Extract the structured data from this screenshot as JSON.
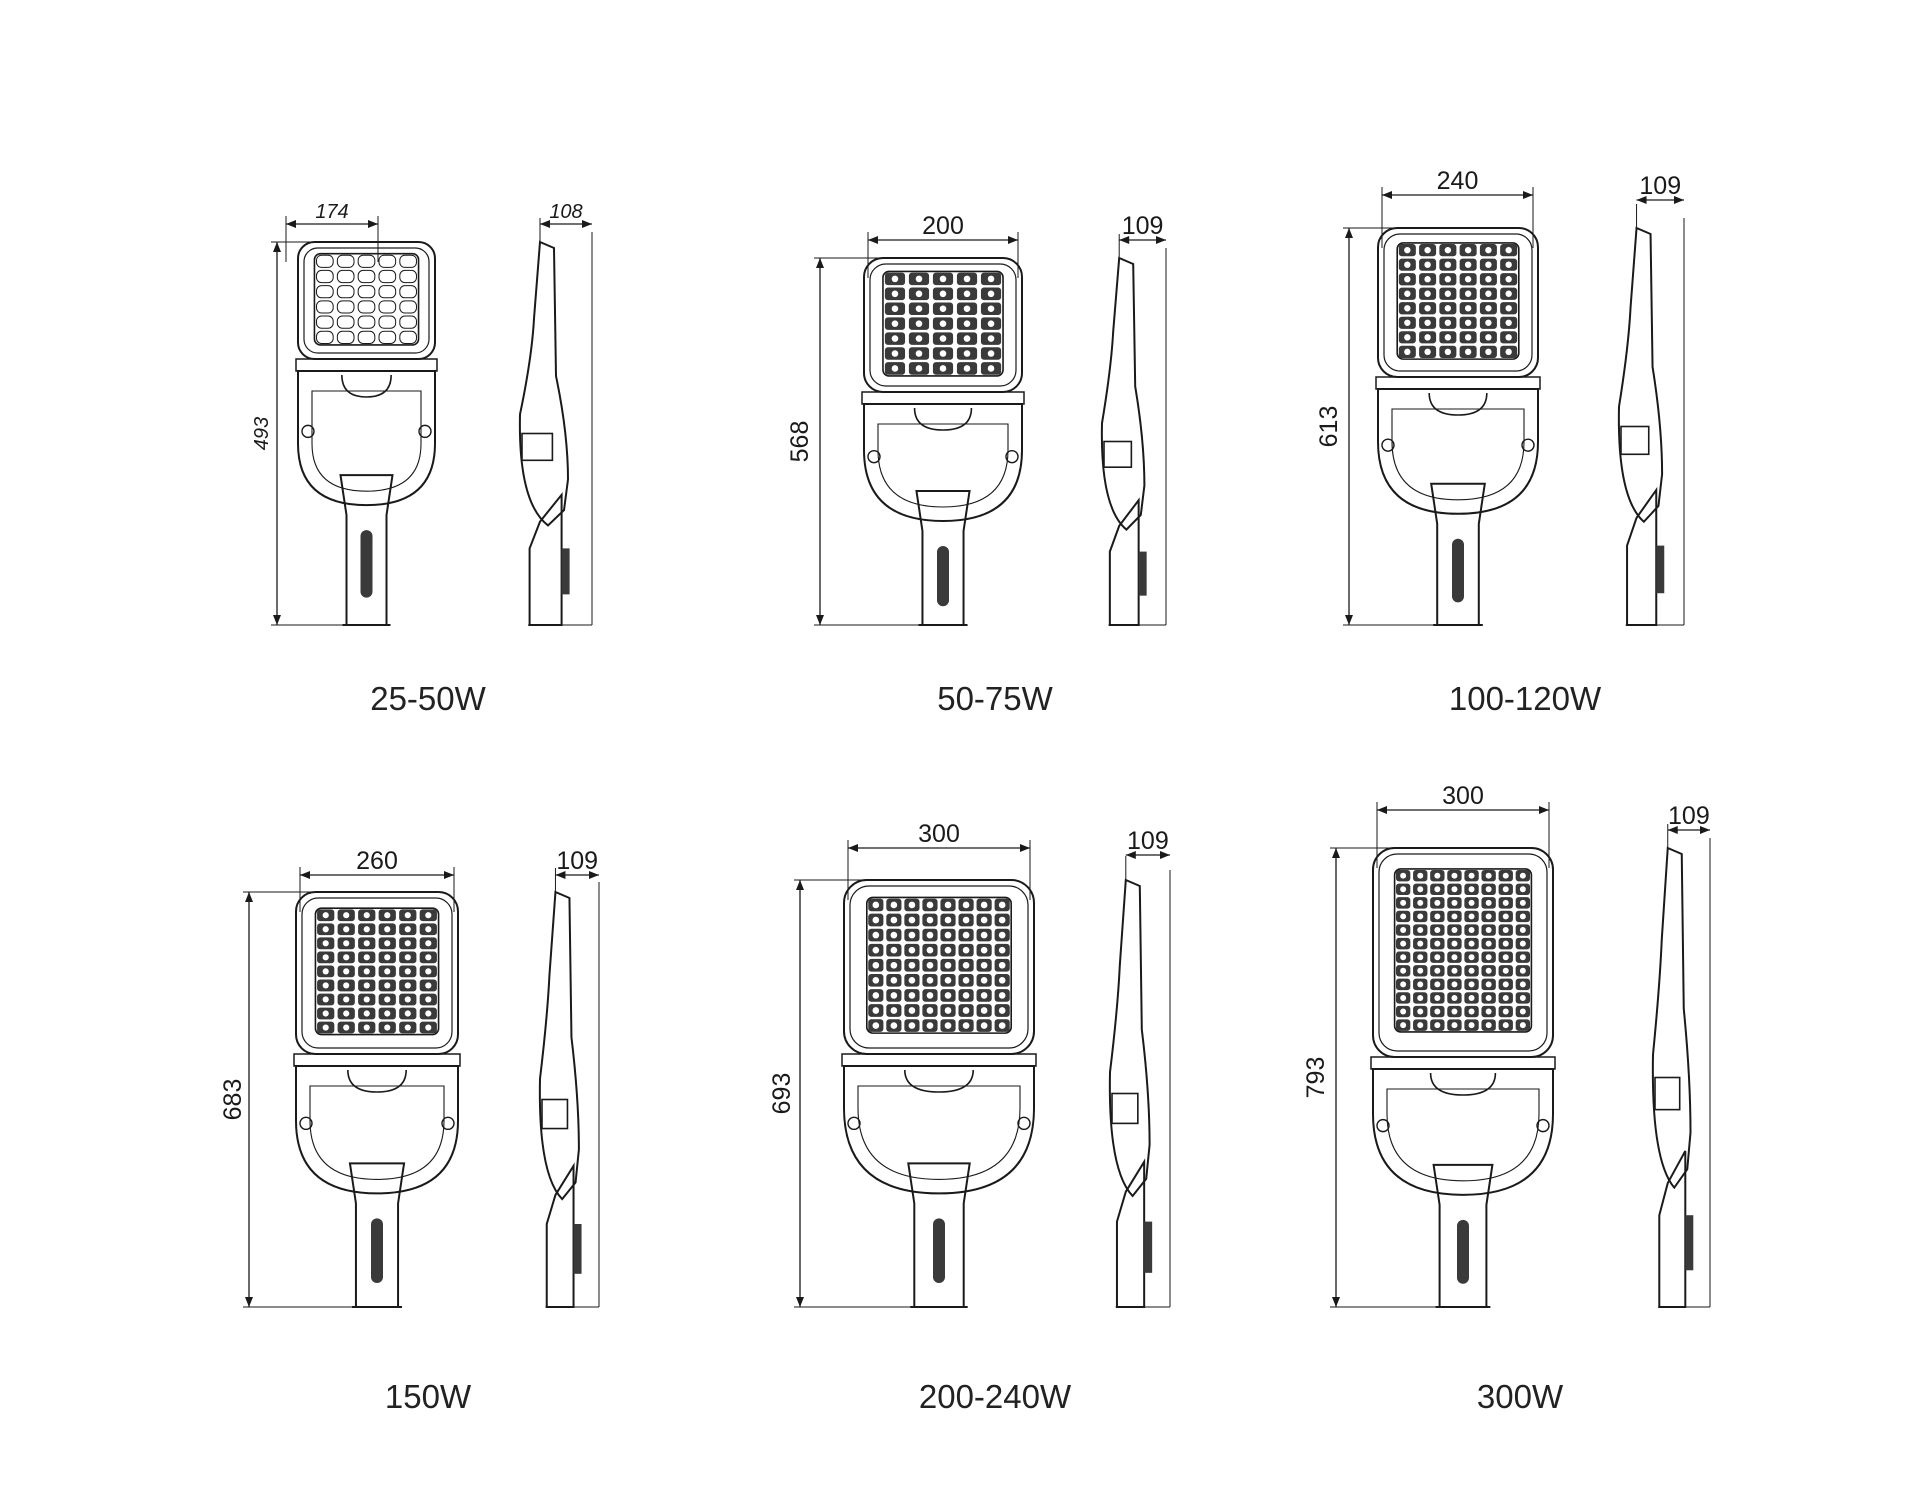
{
  "models": [
    {
      "label": "25-50W",
      "width": "174",
      "depth": "108",
      "height": "493",
      "italic": true
    },
    {
      "label": "50-75W",
      "width": "200",
      "depth": "109",
      "height": "568",
      "italic": false
    },
    {
      "label": "100-120W",
      "width": "240",
      "depth": "109",
      "height": "613",
      "italic": false
    },
    {
      "label": "150W",
      "width": "260",
      "depth": "109",
      "height": "683",
      "italic": false
    },
    {
      "label": "200-240W",
      "width": "300",
      "depth": "109",
      "height": "693",
      "italic": false
    },
    {
      "label": "300W",
      "width": "300",
      "depth": "109",
      "height": "793",
      "italic": false
    }
  ],
  "colors": {
    "line": "#1a1a1a",
    "led_fill": "#3a3a3a",
    "background": "#ffffff"
  }
}
